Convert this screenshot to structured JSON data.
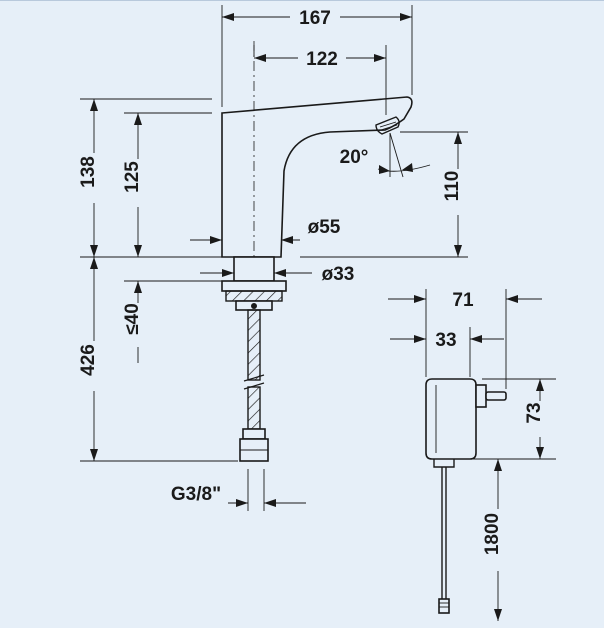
{
  "dimensions": {
    "total_length": "167",
    "spout_reach": "122",
    "total_height": "138",
    "body_height": "125",
    "spout_angle": "20°",
    "outlet_height": "110",
    "body_diameter": "ø55",
    "shank_diameter": "ø33",
    "below_deck_length": "426",
    "max_deck_thickness": "≤40",
    "connection_thread": "G3/8\"",
    "adapter_depth": "71",
    "adapter_width": "33",
    "adapter_height": "73",
    "cable_length": "1800"
  }
}
